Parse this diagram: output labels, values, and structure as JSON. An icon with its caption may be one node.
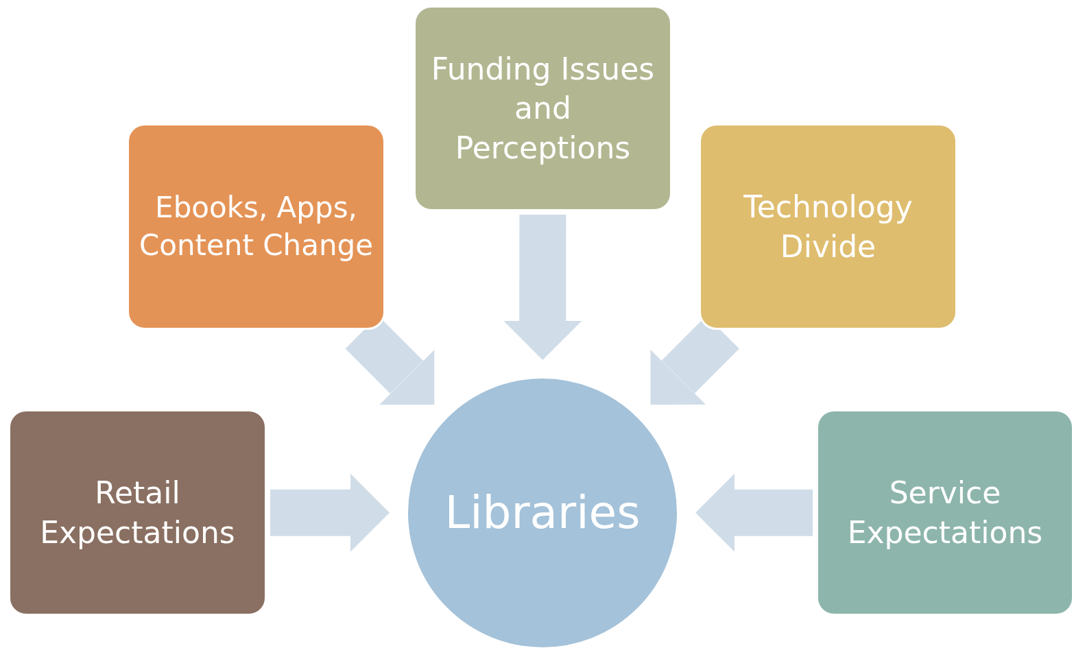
{
  "diagram": {
    "nodes": [
      {
        "text": [
          "Funding Issues and Perceptions"
        ]
      },
      {
        "text": [
          "Ebooks, Apps, Content Change"
        ]
      },
      {
        "text": [
          "Technology Divide"
        ]
      },
      {
        "text": [
          "Retail Expectations"
        ]
      },
      {
        "text": [
          "Libraries"
        ]
      },
      {
        "text": [
          "Service Expectations"
        ]
      }
    ],
    "edges": [
      {
        "from": 0,
        "to": 4,
        "arrow": "to"
      },
      {
        "from": 1,
        "to": 4,
        "arrow": "to"
      },
      {
        "from": 2,
        "to": 4,
        "arrow": "to"
      },
      {
        "from": 3,
        "to": 4,
        "arrow": "to"
      },
      {
        "from": 5,
        "to": 4,
        "arrow": "to"
      }
    ]
  }
}
